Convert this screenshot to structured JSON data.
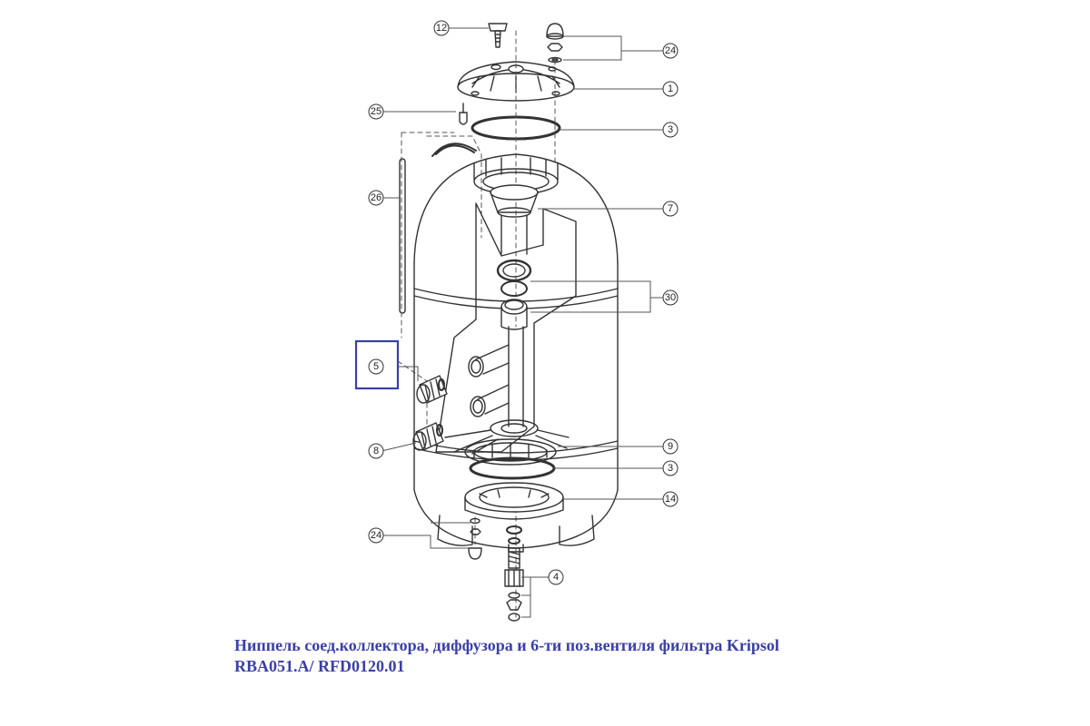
{
  "colors": {
    "line": "#333333",
    "leader": "#555555",
    "highlight": "#3b3fa6",
    "caption": "#3b3fa6"
  },
  "diagram": {
    "callouts": [
      "12",
      "24",
      "1",
      "25",
      "3",
      "7",
      "26",
      "30",
      "5",
      "9",
      "3",
      "8",
      "14",
      "24",
      "4"
    ],
    "highlighted_callout": "5"
  },
  "caption": {
    "line1": "Ниппель соед.коллектора, диффузора и 6-ти поз.вентиля фильтра Kripsol",
    "line2": "RBA051.A/ RFD0120.01"
  }
}
